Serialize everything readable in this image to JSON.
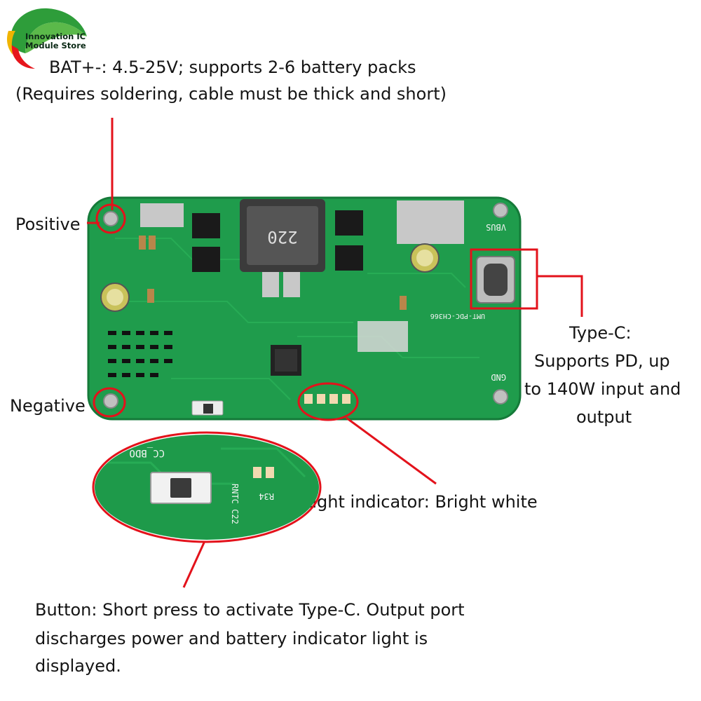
{
  "logo": {
    "line1": "Innovation IC",
    "line2": "Module Store"
  },
  "annotations": {
    "bat_line1": "BAT+-: 4.5-25V; supports 2-6 battery packs",
    "bat_line2": "(Requires soldering, cable must be thick and short)",
    "positive": "Positive",
    "negative": "Negative",
    "typec_line1": "Type-C:",
    "typec_line2": "Supports PD, up",
    "typec_line3": "to 140W input and",
    "typec_line4": "output",
    "light": "Light indicator: Bright white",
    "button_line1": "Button: Short press to activate Type-C. Output port",
    "button_line2": "discharges power and battery indicator light is",
    "button_line3": "displayed."
  },
  "colors": {
    "pcb_green": "#1f9c4c",
    "highlight_red": "#e3121b",
    "copper_gray": "#c8c8c8",
    "chip_black": "#1a1a1a"
  }
}
